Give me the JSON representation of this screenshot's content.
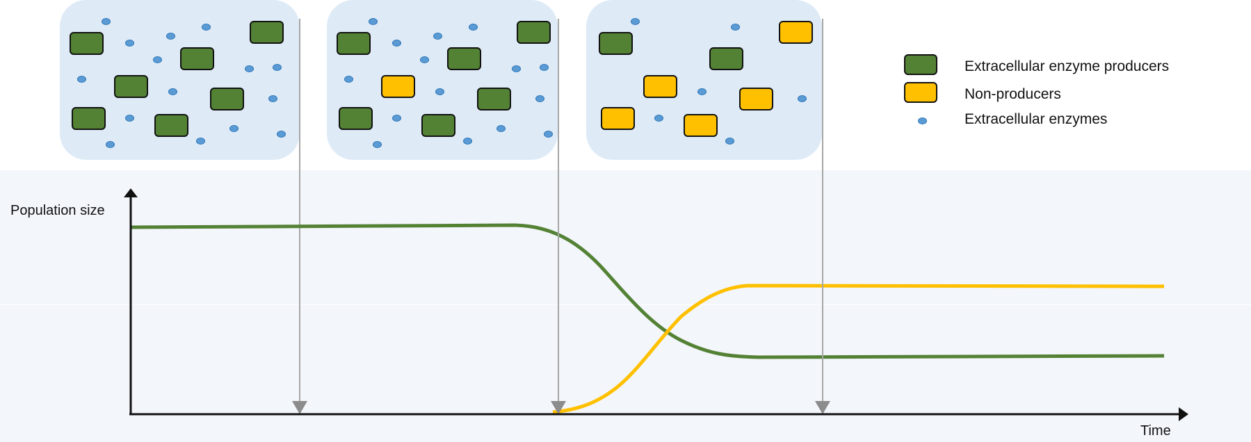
{
  "legend": {
    "items": [
      {
        "label": "Extracellular enzyme producers",
        "symbol": "green-rect",
        "color": "#548235"
      },
      {
        "label": "Non-producers",
        "symbol": "yellow-rect",
        "color": "#ffc000"
      },
      {
        "label": "Extracellular enzymes",
        "symbol": "blue-dot",
        "color": "#5b9bd5"
      }
    ]
  },
  "axes": {
    "ylabel": "Population size",
    "xlabel": "Time"
  },
  "colors": {
    "producers": "#548235",
    "non_producers": "#ffc000",
    "enzymes": "#5b9bd5",
    "panel_bg": "#deebf7",
    "plot_bg": "#f3f6fb",
    "marker": "#8c8c8c"
  },
  "panels": [
    {
      "name": "panel-1",
      "producers": 7,
      "non_producers": 0,
      "enzymes": 17
    },
    {
      "name": "panel-2",
      "producers": 6,
      "non_producers": 1,
      "enzymes": 17
    },
    {
      "name": "panel-3",
      "producers": 2,
      "non_producers": 5,
      "enzymes": 7
    }
  ],
  "chart_data": {
    "type": "line",
    "title": "",
    "xlabel": "Time",
    "ylabel": "Population size",
    "x": [
      0,
      0.1,
      0.2,
      0.3,
      0.38,
      0.42,
      0.5,
      0.56,
      0.62,
      0.7,
      0.8,
      0.9,
      1.0
    ],
    "series": [
      {
        "name": "Extracellular enzyme producers",
        "color": "#548235",
        "values": [
          0.9,
          0.9,
          0.9,
          0.9,
          0.9,
          0.87,
          0.7,
          0.5,
          0.32,
          0.25,
          0.25,
          0.25,
          0.25
        ]
      },
      {
        "name": "Non-producers",
        "color": "#ffc000",
        "values": [
          null,
          null,
          null,
          null,
          null,
          0.0,
          0.15,
          0.4,
          0.58,
          0.62,
          0.62,
          0.62,
          0.62
        ]
      }
    ],
    "markers": [
      {
        "x": 0.16,
        "label": "panel 1 time point"
      },
      {
        "x": 0.41,
        "label": "panel 2 time point"
      },
      {
        "x": 0.66,
        "label": "panel 3 time point"
      }
    ],
    "grid": false,
    "ticks": false
  }
}
